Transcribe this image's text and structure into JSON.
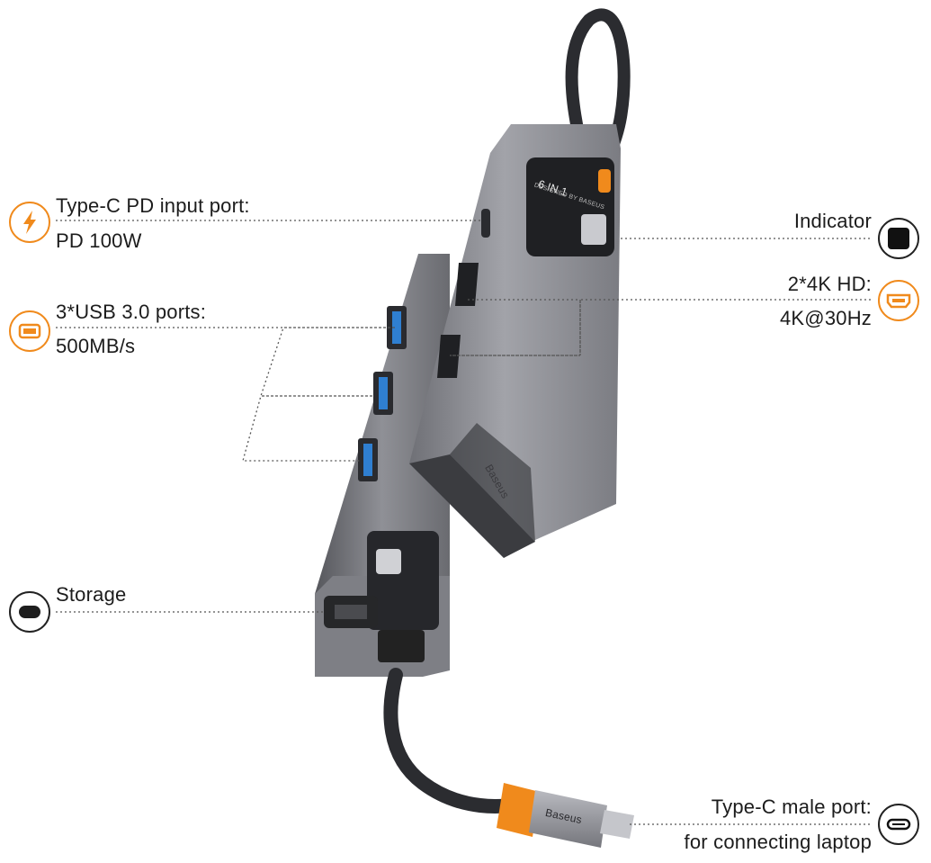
{
  "callouts": {
    "type_c_pd": {
      "line1": "Type-C PD input port:",
      "line2": "PD 100W",
      "icon": "lightning-icon"
    },
    "usb": {
      "line1": "3*USB 3.0 ports:",
      "line2": "500MB/s",
      "icon": "usb-port-icon"
    },
    "storage": {
      "line1": "Storage",
      "icon": "card-slot-icon"
    },
    "indicator": {
      "line1": "Indicator",
      "icon": "indicator-square-icon"
    },
    "hdmi": {
      "line1": "2*4K HD:",
      "line2": "4K@30Hz",
      "icon": "hdmi-port-icon"
    },
    "type_c_male": {
      "line1": "Type-C male port:",
      "line2": "for connecting laptop",
      "icon": "usb-c-icon"
    }
  },
  "device": {
    "badge_top": "6 IN 1",
    "badge_sub": "DESIGNED BY BASEUS",
    "brand": "Baseus",
    "plug_brand": "Baseus"
  },
  "colors": {
    "accent": "#f08a1c",
    "body": "#8c8d93",
    "body_dark": "#5d5e63",
    "cable": "#2b2c30",
    "usb_blue": "#2f7fd1"
  }
}
